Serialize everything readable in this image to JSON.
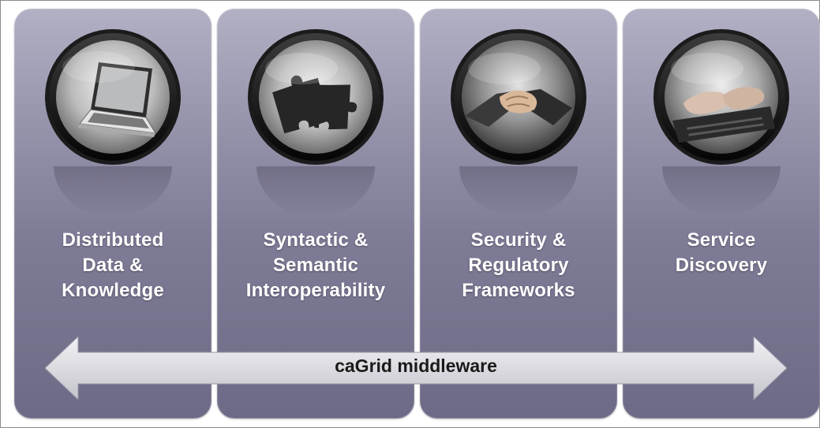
{
  "panels": [
    {
      "icon": "laptop-icon",
      "label_lines": [
        "Distributed",
        "Data &",
        "Knowledge"
      ]
    },
    {
      "icon": "puzzle-pieces-icon",
      "label_lines": [
        "Syntactic &",
        "Semantic",
        "Interoperability"
      ]
    },
    {
      "icon": "handshake-icon",
      "label_lines": [
        "Security &",
        "Regulatory",
        "Frameworks"
      ]
    },
    {
      "icon": "typing-hands-icon",
      "label_lines": [
        "Service",
        "Discovery"
      ]
    }
  ],
  "arrow": {
    "label": "caGrid middleware"
  },
  "colors": {
    "panel_top": "#b2b0c4",
    "panel_bottom": "#6c6a86",
    "arrow_fill": "#d9d9df",
    "label_text": "#ffffff"
  }
}
